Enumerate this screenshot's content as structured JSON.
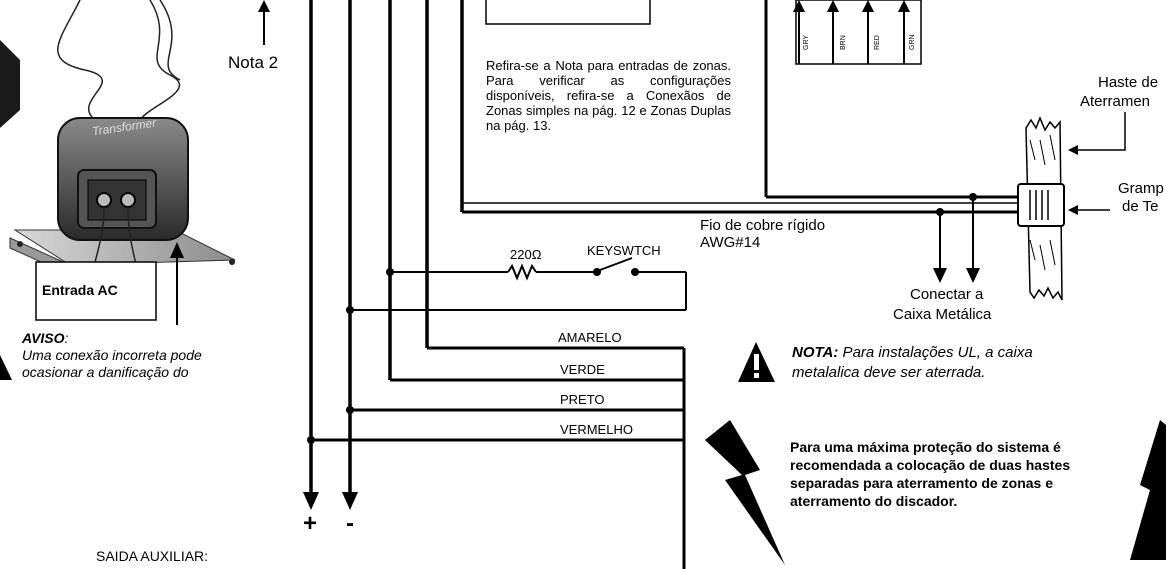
{
  "labels": {
    "nota2": "Nota 2",
    "transformer_brand": "Transformer",
    "entrada_ac": "Entrada AC",
    "aviso_title": "AVISO",
    "aviso_colon": ":",
    "aviso_line1": "Uma conexão incorreta pode",
    "aviso_line2": "ocasionar a danificação do",
    "saida_auxiliar": "SAIDA AUXILIAR:",
    "zone_note": "Refira-se a Nota para entradas de zonas. Para verificar as configurações disponíveis, refira-se a Conexãos de Zonas simples na pág. 12 e  Zonas Duplas na pág. 13.",
    "resistor": "220Ω",
    "keyswitch": "KEYSWTCH",
    "copper_wire_line1": "Fio de cobre rígido",
    "copper_wire_line2": "AWG#14",
    "connect_line1": "Conectar a",
    "connect_line2": "Caixa Metálica",
    "haste_line1": "Haste de",
    "haste_line2": "Aterramen",
    "grampo_line1": "Gramp",
    "grampo_line2": "de Te",
    "nota_title": "NOTA:",
    "nota_line1": " Para instalações UL, a caixa",
    "nota_line2": "metalalica deve ser aterrada.",
    "protection_note": "Para uma máxima proteção do sistema é recomendada a colocação de duas hastes separadas para aterramento de zonas e aterramento do discador.",
    "plus": "+",
    "minus": "-"
  },
  "wires": {
    "amarelo": "AMARELO",
    "verde": "VERDE",
    "preto": "PRETO",
    "vermelho": "VERMELHO"
  },
  "connector_pins": [
    "GRY",
    "BRN",
    "RED",
    "GRN"
  ]
}
